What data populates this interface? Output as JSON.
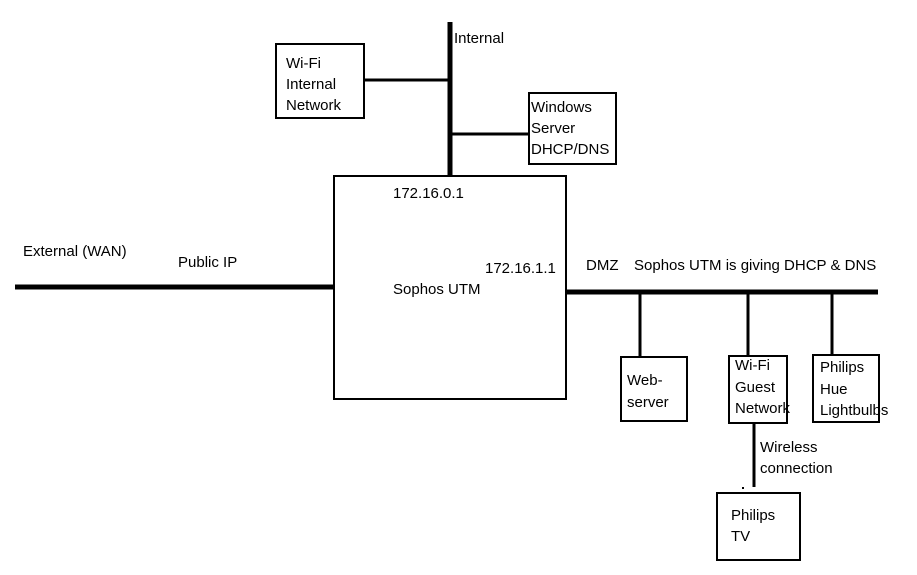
{
  "segments": {
    "internal": "Internal",
    "external": "External (WAN)",
    "public_ip": "Public IP",
    "dmz": "DMZ",
    "dmz_note": "Sophos UTM is giving DHCP & DNS"
  },
  "firewall": {
    "name": "Sophos UTM",
    "internal_ip": "172.16.0.1",
    "dmz_ip": "172.16.1.1"
  },
  "nodes": {
    "wifi_internal": [
      "Wi-Fi",
      "Internal",
      "Network"
    ],
    "windows_server": [
      "Windows",
      "Server",
      "DHCP/DNS"
    ],
    "webserver": [
      "Web-",
      "server"
    ],
    "wifi_guest": [
      "Wi-Fi",
      "Guest",
      "Network"
    ],
    "philips_hue": [
      "Philips",
      "Hue",
      "Lightbulbs"
    ],
    "philips_tv": [
      "Philips",
      "TV"
    ]
  },
  "links": {
    "wireless": [
      "Wireless",
      "connection"
    ]
  }
}
